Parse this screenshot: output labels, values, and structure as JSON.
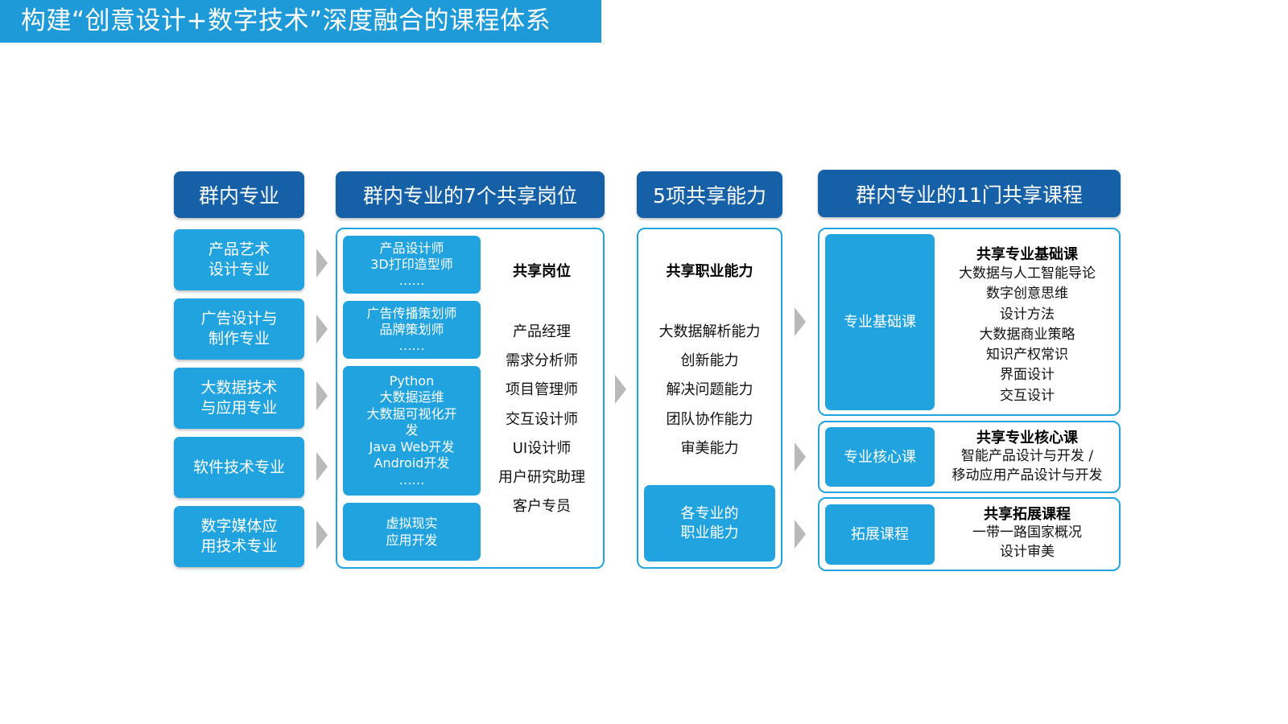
{
  "title": "构建“创意设计+数字技术”深度融合的课程体系",
  "headers": {
    "majors": "群内专业",
    "positions": "群内专业的7个共享岗位",
    "abilities": "5项共享能力",
    "courses": "群内专业的11门共享课程"
  },
  "majors": [
    [
      "产品艺术",
      "设计专业"
    ],
    [
      "广告设计与",
      "制作专业"
    ],
    [
      "大数据技术",
      "与应用专业"
    ],
    [
      "软件技术专业"
    ],
    [
      "数字媒体应",
      "用技术专业"
    ]
  ],
  "position_tiles": [
    [
      "产品设计师",
      "3D打印造型师",
      "……"
    ],
    [
      "广告传播策划师",
      "品牌策划师",
      "……"
    ],
    [
      "Python",
      "大数据运维",
      "大数据可视化开",
      "发",
      "Java Web开发",
      "Android开发",
      "……"
    ],
    [
      "虚拟现实",
      "应用开发"
    ]
  ],
  "shared_positions": {
    "title": "共享岗位",
    "items": [
      "产品经理",
      "需求分析师",
      "项目管理师",
      "交互设计师",
      "UI设计师",
      "用户研究助理",
      "客户专员"
    ]
  },
  "abilities": {
    "title": "共享职业能力",
    "items": [
      "大数据解析能力",
      "创新能力",
      "解决问题能力",
      "团队协作能力",
      "审美能力"
    ],
    "tile": [
      "各专业的",
      "职业能力"
    ]
  },
  "courses": {
    "basic": {
      "label": "专业基础课",
      "title": "共享专业基础课",
      "items": [
        "大数据与人工智能导论",
        "数字创意思维",
        "设计方法",
        "大数据商业策略",
        "知识产权常识",
        "界面设计",
        "交互设计"
      ]
    },
    "core": {
      "label": "专业核心课",
      "title": "共享专业核心课",
      "items": [
        "智能产品设计与开发 /",
        "移动应用产品设计与开发"
      ]
    },
    "ext": {
      "label": "拓展课程",
      "title": "共享拓展课程",
      "items": [
        "一带一路国家概况",
        "设计审美"
      ]
    }
  },
  "colors": {
    "title_bar": "#1f9ad8",
    "header": "#1660a8",
    "tile": "#21a3e0",
    "arrow": "#b9b9b9"
  }
}
